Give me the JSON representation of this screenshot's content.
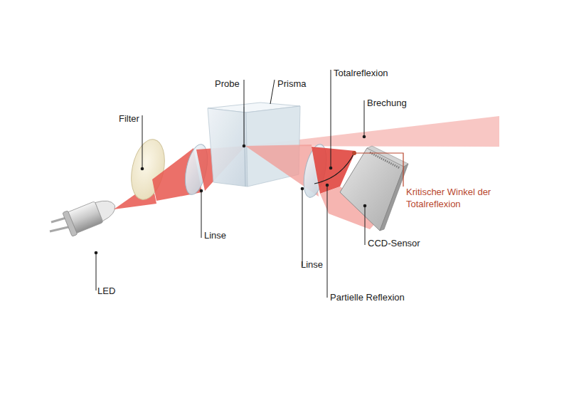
{
  "diagram": {
    "labels": [
      "Probe",
      "Prisma",
      "Totalreflexion",
      "Brechung",
      "Filter",
      "Linse",
      "Kritischer Winkel der Totalreflexion",
      "CCD-Sensor",
      "Linse",
      "LED",
      "Partielle Reflexion"
    ]
  }
}
